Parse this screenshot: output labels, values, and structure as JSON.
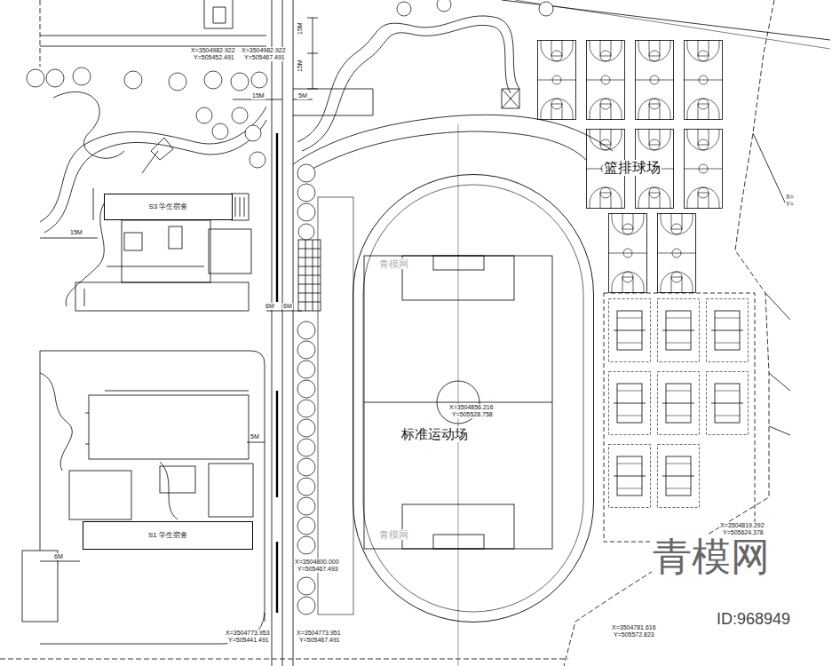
{
  "diagram": {
    "nodes": [
      {
        "text": [
          "标准运动场"
        ]
      },
      {
        "text": [
          "S3 学生宿舍"
        ]
      },
      {
        "text": [
          "S1 学生宿舍"
        ]
      }
    ],
    "labels": [
      "X=3504982.922",
      "Y=505452.491",
      "X=3504982.922",
      "Y=505467.491",
      "15M",
      "15M",
      "15M",
      "5M",
      "15M",
      "6M",
      "6M",
      "X=3504856.216",
      "Y=505528.758",
      "5M",
      "6M",
      "X=3504800.000",
      "Y=505467.493",
      "X=3504773.953",
      "Y=505441.491",
      "X=3504773.951",
      "Y=505467.491",
      "X=3504819.292",
      "Y=505624.378",
      "X=3504781.616",
      "Y=505572.823",
      "X=",
      "Y=",
      "篮排球场",
      "青模网",
      "ID:968949",
      "青模网",
      "青模网"
    ]
  }
}
